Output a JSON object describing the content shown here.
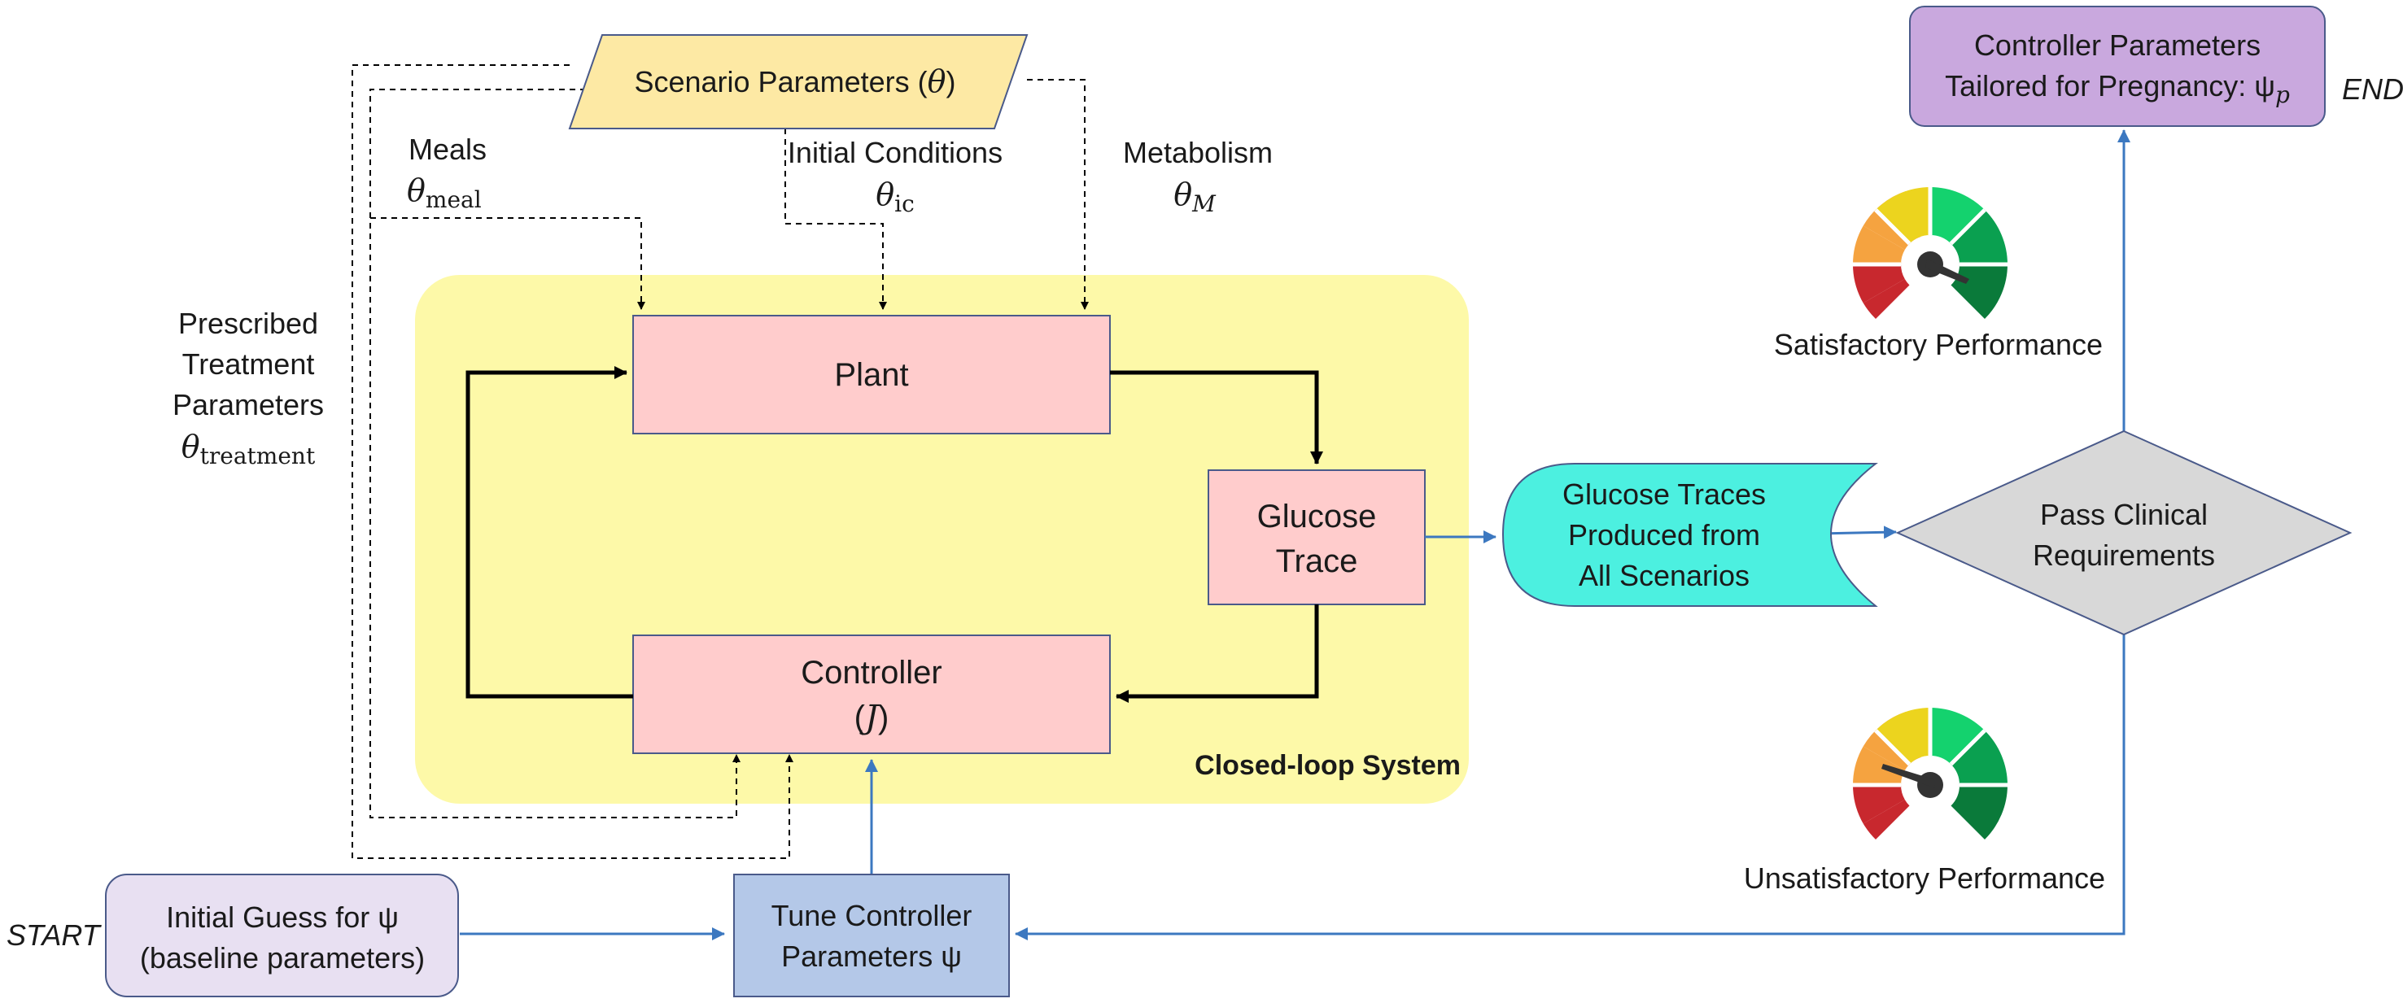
{
  "closed_loop_label": "Closed-loop System",
  "scenario": {
    "label": "Scenario Parameters",
    "symbol": "θ",
    "meals": {
      "label": "Meals",
      "symbol": "θ",
      "sub": "meal"
    },
    "initial_conditions": {
      "label": "Initial Conditions",
      "symbol": "θ",
      "sub": "ic"
    },
    "metabolism": {
      "label": "Metabolism",
      "symbol": "θ",
      "sub": "M"
    }
  },
  "treatment": {
    "line1": "Prescribed",
    "line2": "Treatment",
    "line3": "Parameters",
    "symbol": "θ",
    "sub": "treatment"
  },
  "plant": {
    "label": "Plant"
  },
  "glucose_trace": {
    "line1": "Glucose",
    "line2": "Trace"
  },
  "controller": {
    "line1": "Controller",
    "paren_open": "(",
    "symbol": "J",
    "paren_close": ")"
  },
  "glucose_traces_store": {
    "line1": "Glucose Traces",
    "line2": "Produced from",
    "line3": "All Scenarios"
  },
  "decision": {
    "line1": "Pass Clinical",
    "line2": "Requirements"
  },
  "satisfactory_label": "Satisfactory Performance",
  "unsatisfactory_label": "Unsatisfactory Performance",
  "result": {
    "line1": "Controller Parameters",
    "line2": "Tailored for Pregnancy: ψ",
    "sub": "p"
  },
  "end_label": "END",
  "start_label": "START",
  "initial_guess": {
    "line1": "Initial Guess for ψ",
    "line2": "(baseline parameters)"
  },
  "tune": {
    "line1": "Tune Controller",
    "line2": "Parameters ψ"
  },
  "colors": {
    "loop_bg": "#fdf9a8",
    "block_fill": "#ffcccc",
    "block_stroke": "#4a5a8a",
    "scenario_fill": "#fde9a4",
    "store_fill": "#4cf0e0",
    "diamond_fill": "#d8d8d8",
    "result_fill": "#c9a8de",
    "start_fill": "#e8e0f2",
    "tune_fill": "#b4c8e8",
    "blue_arrow": "#3c78c0",
    "gauge_red": "#c8282e",
    "gauge_orange": "#f5a340",
    "gauge_yellow": "#ecd41e",
    "gauge_lightgreen": "#14d26e",
    "gauge_green": "#0aa050",
    "gauge_darkgreen": "#0a7a3a"
  }
}
